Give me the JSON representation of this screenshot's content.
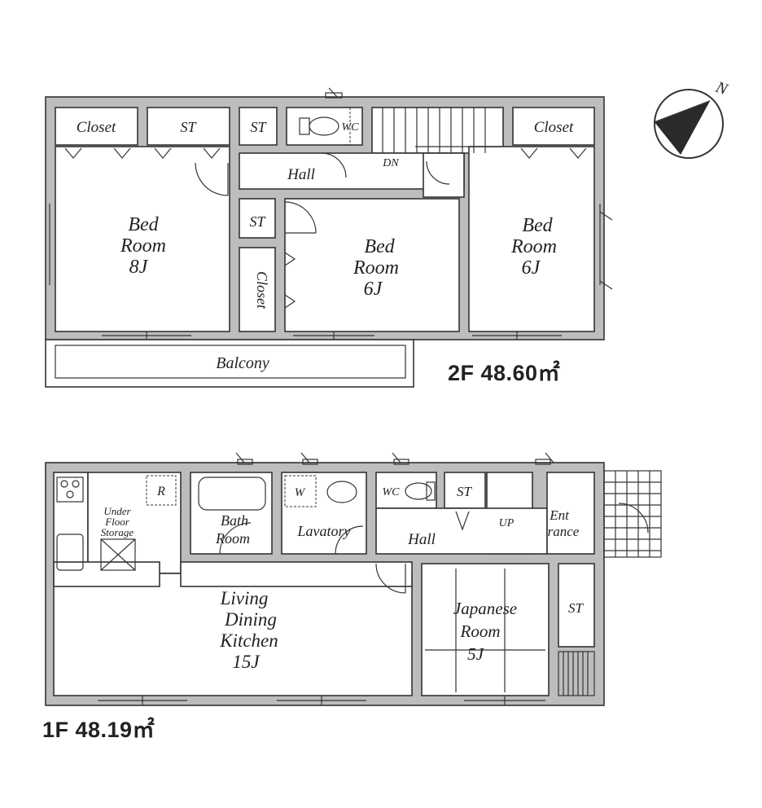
{
  "floor2": {
    "area_label": "2F 48.60㎡",
    "rooms": {
      "closet_left": "Closet",
      "st_top1": "ST",
      "st_top2": "ST",
      "wc": "WC",
      "closet_right": "Closet",
      "hall": "Hall",
      "dn": "DN",
      "bed_left": [
        "Bed",
        "Room",
        "8J"
      ],
      "st_mid": "ST",
      "closet_vertical": "Closet",
      "bed_mid": [
        "Bed",
        "Room",
        "6J"
      ],
      "bed_right": [
        "Bed",
        "Room",
        "6J"
      ],
      "balcony": "Balcony"
    }
  },
  "floor1": {
    "area_label": "1F 48.19㎡",
    "rooms": {
      "r": "R",
      "under_floor": [
        "Under",
        "Floor",
        "Storage"
      ],
      "bath": [
        "Bath",
        "Room"
      ],
      "w": "W",
      "lavatory": "Lavatory",
      "wc": "WC",
      "st_top": "ST",
      "hall": "Hall",
      "up": "UP",
      "entrance": [
        "Ent",
        "rance"
      ],
      "ldk": [
        "Living",
        "Dining",
        "Kitchen",
        "15J"
      ],
      "japanese": [
        "Japanese",
        "Room",
        "5J"
      ],
      "st_right": "ST"
    }
  },
  "compass": {
    "label": "N",
    "icon": "north-arrow-icon"
  }
}
